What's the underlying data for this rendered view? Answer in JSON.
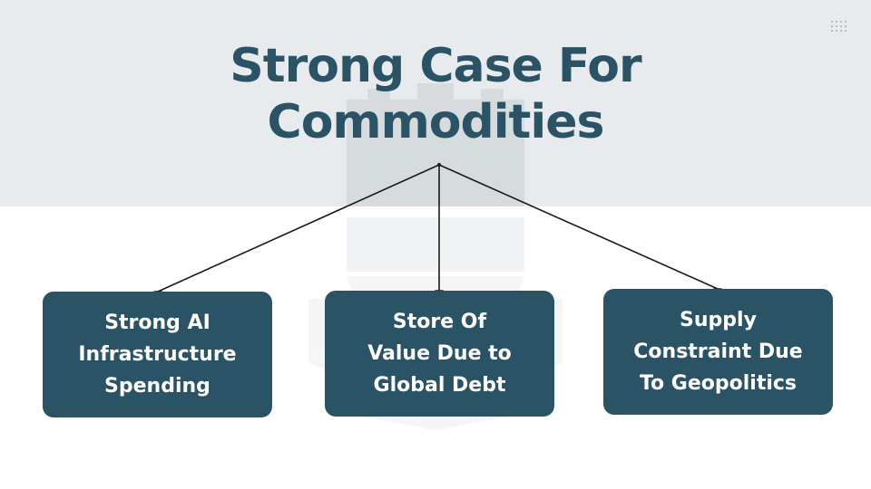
{
  "title": {
    "line1": "Strong Case For",
    "line2": "Commodities"
  },
  "boxes": [
    {
      "label": "Strong AI\nInfrastructure\nSpending"
    },
    {
      "label": "Store Of\nValue Due to\nGlobal Debt"
    },
    {
      "label": "Supply\nConstraint Due\nTo Geopolitics"
    }
  ],
  "colors": {
    "primary": "#2a5366",
    "band": "#e8ebee",
    "connector": "#1a1a1a"
  },
  "icons": {
    "corner": "dot-grid-icon",
    "background": "castle-tower-watermark"
  }
}
